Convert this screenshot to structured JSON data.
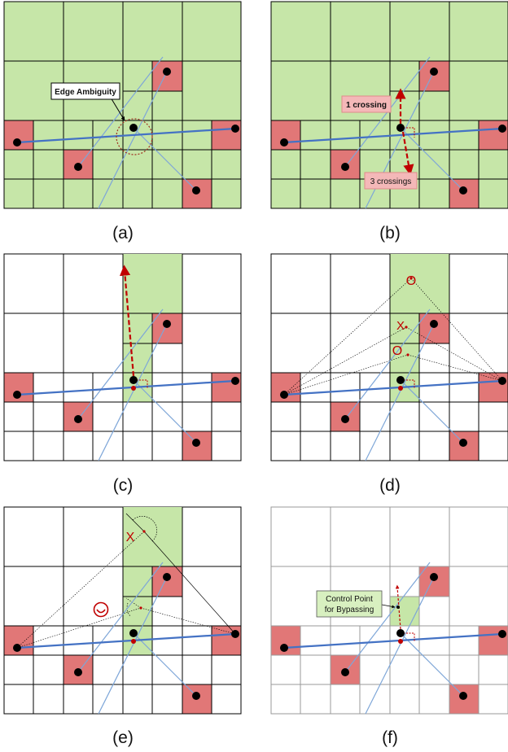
{
  "panels": [
    {
      "key": "a",
      "label": "(a)"
    },
    {
      "key": "b",
      "label": "(b)"
    },
    {
      "key": "c",
      "label": "(c)"
    },
    {
      "key": "d",
      "label": "(d)"
    },
    {
      "key": "e",
      "label": "(e)"
    },
    {
      "key": "f",
      "label": "(f)"
    }
  ],
  "annotations": {
    "edge_ambiguity": "Edge Ambiguity",
    "one_crossing": "1 crossing",
    "three_crossings": "3 crossings",
    "control_point_line1": "Control Point",
    "control_point_line2": "for Bypassing"
  },
  "marks": {
    "circle_mark": "O",
    "cross_mark": "X"
  },
  "colors": {
    "cell_green": "#c6e6a8",
    "node_red": "#e17777",
    "edge_blue": "#4472c4",
    "edge_light_blue": "#7ea6d8",
    "annotation_red": "#c00000",
    "label_box_pink": "#f4b8b8",
    "label_box_green": "#d8f0c0"
  }
}
